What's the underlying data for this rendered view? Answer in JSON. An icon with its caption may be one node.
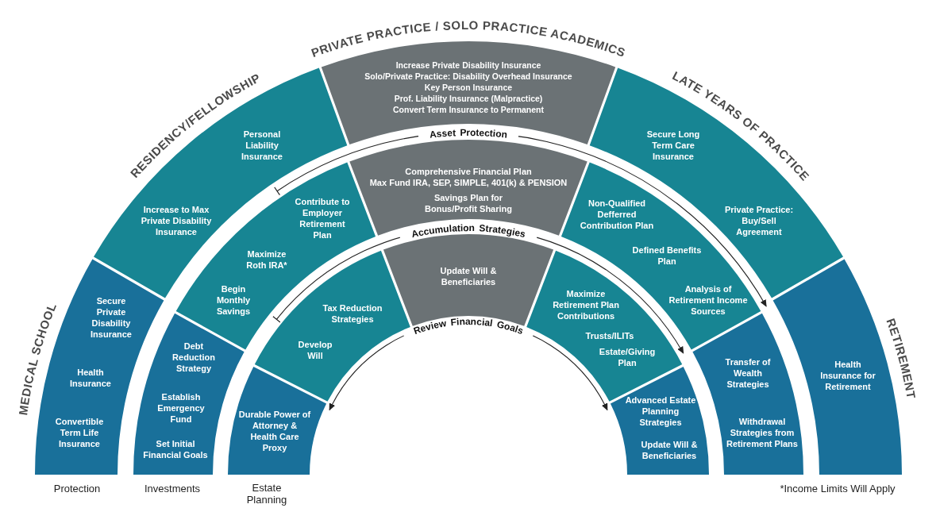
{
  "diagram": {
    "nodes": [
      {
        "text": [
          "Secure Private Disability Insurance",
          "Health Insurance",
          "Convertible Term Life Insurance"
        ]
      },
      {
        "text": [
          "Personal Liability Insurance",
          "Increase to Max Private Disability Insurance"
        ]
      },
      {
        "text": [
          "Increase Private Disability Insurance",
          "Solo/Private Practice: Disability Overhead Insurance",
          "Key Person Insurance",
          "Prof. Liability Insurance (Malpractice)",
          "Convert Term Insurance to Permanent"
        ]
      },
      {
        "text": [
          "Secure Long Term Care Insurance",
          "Private Practice: Buy/Sell Agreement"
        ]
      },
      {
        "text": [
          "Health Insurance for Retirement"
        ]
      },
      {
        "text": [
          "Debt Reduction Strategy",
          "Establish Emergency Fund",
          "Set Initial Financial Goals"
        ]
      },
      {
        "text": [
          "Contribute to Employer Retirement Plan",
          "Maximize Roth IRA*",
          "Begin Monthly Savings"
        ]
      },
      {
        "text": [
          "Comprehensive Financial Plan",
          "Max Fund IRA, SEP, SIMPLE, 401(k) & PENSION",
          "Savings Plan for Bonus/Profit Sharing"
        ]
      },
      {
        "text": [
          "Non-Qualified Defferred Contribution Plan",
          "Defined Benefits Plan",
          "Analysis of Retirement Income Sources"
        ]
      },
      {
        "text": [
          "Transfer of Wealth Strategies",
          "Withdrawal Strategies from Retirement Plans"
        ]
      },
      {
        "text": [
          "Durable Power of Attorney & Health Care Proxy"
        ]
      },
      {
        "text": [
          "Tax Reduction Strategies",
          "Develop Will"
        ]
      },
      {
        "text": [
          "Update Will & Beneficiaries"
        ]
      },
      {
        "text": [
          "Maximize Retirement Plan Contributions",
          "Trusts/ILITs",
          "Estate/Giving Plan"
        ]
      },
      {
        "text": [
          "Advanced Estate Planning Strategies",
          "Update Will & Beneficiaries"
        ]
      }
    ],
    "edges": [
      {
        "from": 1,
        "to": 4,
        "arrow": "to",
        "label": "Asset Protection"
      },
      {
        "from": 6,
        "to": 9,
        "arrow": "to",
        "label": "Accumulation Strategies"
      },
      {
        "from": 10,
        "to": 14,
        "arrow": "both",
        "label": "Review Financial Goals"
      }
    ],
    "labels": [
      "PRIVATE PRACTICE / SOLO PRACTICE ACADEMICS",
      "RESIDENCY/FELLOWSHIP",
      "LATE YEARS OF PRACTICE",
      "MEDICAL SCHOOL",
      "RETIREMENT",
      "Protection",
      "Investments",
      "Estate Planning",
      "*Income Limits Will Apply"
    ]
  }
}
